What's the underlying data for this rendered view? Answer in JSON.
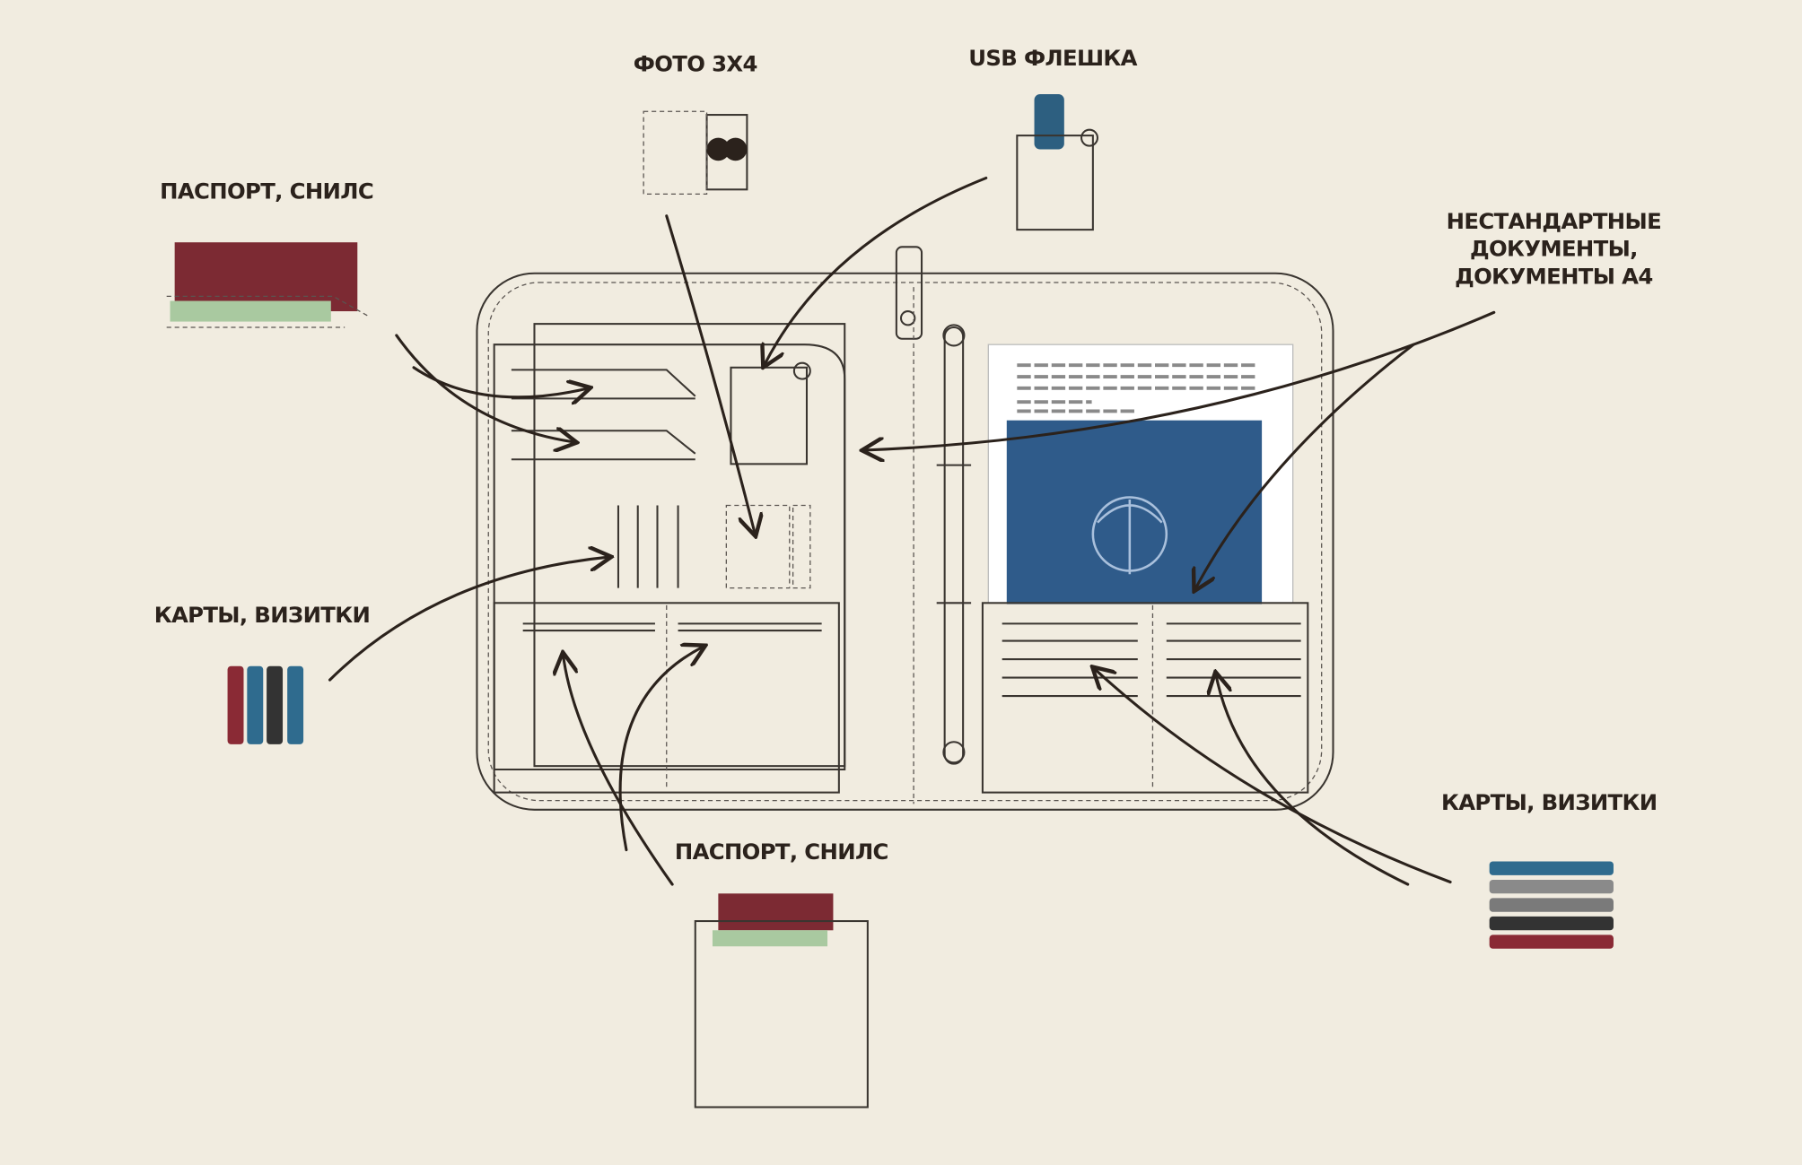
{
  "labels": {
    "photo": "ФОТО 3Х4",
    "usb": "USB ФЛЕШКА",
    "passport_top": "ПАСПОРТ, СНИЛС",
    "docs_line1": "НЕСТАНДАРТНЫЕ",
    "docs_line2": "ДОКУМЕНТЫ,",
    "docs_line3": "ДОКУМЕНТЫ А4",
    "cards_left": "КАРТЫ, ВИЗИТКИ",
    "cards_right": "КАРТЫ, ВИЗИТКИ",
    "passport_bottom": "ПАСПОРТ, СНИЛС"
  },
  "colors": {
    "background": "#f1ece0",
    "passport_red": "#7c2a33",
    "passport_blue": "#2f5b8a",
    "snils_green": "#a9c9a0",
    "usb_blue": "#2d5f80",
    "ink": "#2b221c"
  }
}
